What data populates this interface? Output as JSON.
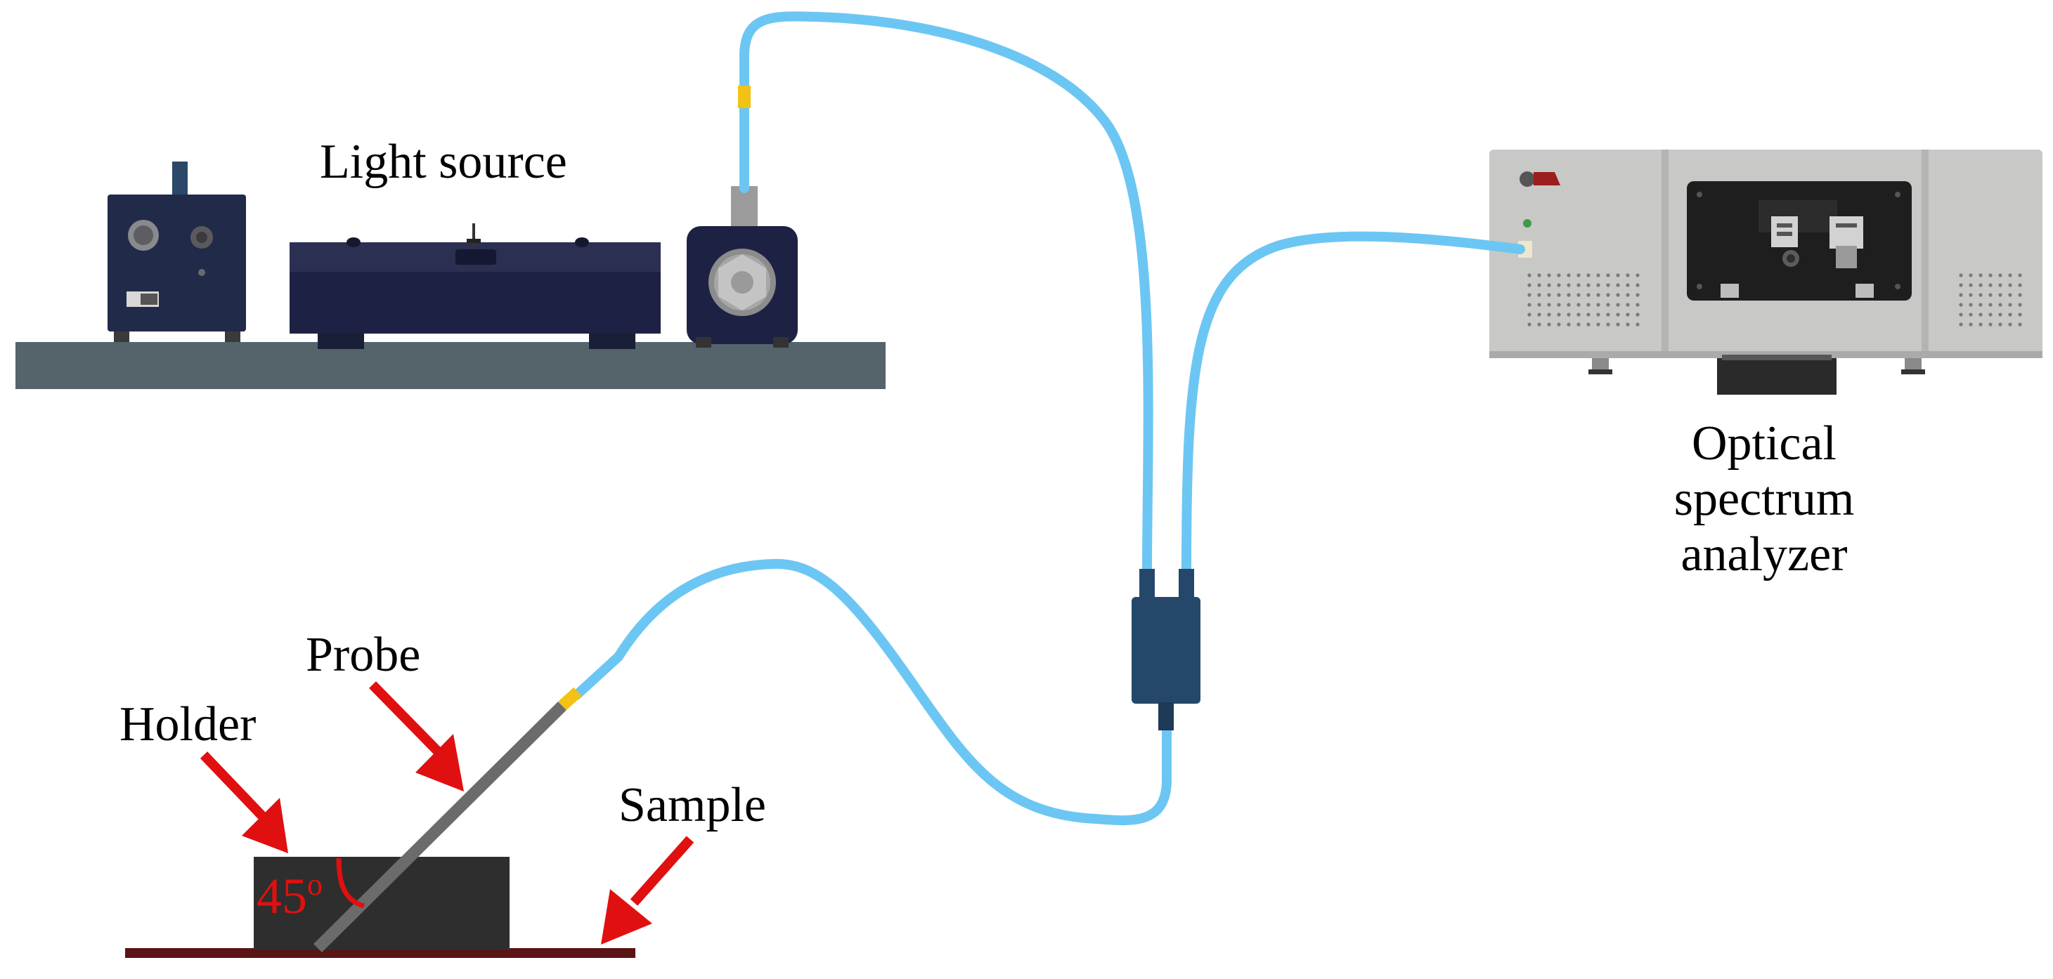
{
  "labels": {
    "light_source": "Light source",
    "osa_line1": "Optical spectrum",
    "osa_line2": "analyzer",
    "probe": "Probe",
    "holder": "Holder",
    "sample": "Sample",
    "angle_value": "45",
    "angle_unit": "o"
  },
  "colors": {
    "fiber": "#6cc6f3",
    "fiber_marker": "#f2c214",
    "arrow": "#e01010",
    "angle_text": "#e01010",
    "table": "#55646b",
    "device_navy": "#222a4a",
    "coupler": "#25486a",
    "holder_block": "#2e2e2e",
    "sample_plate": "#5a1414",
    "probe_rod": "#6b6b6b",
    "osa_body": "#c8c8c6",
    "osa_panel": "#1e1e1e"
  },
  "components": [
    "lamp-power-supply",
    "lamp-housing",
    "fiber-coupler-mount",
    "optical-table",
    "optical-spectrum-analyzer",
    "y-coupler",
    "probe",
    "holder",
    "sample"
  ]
}
